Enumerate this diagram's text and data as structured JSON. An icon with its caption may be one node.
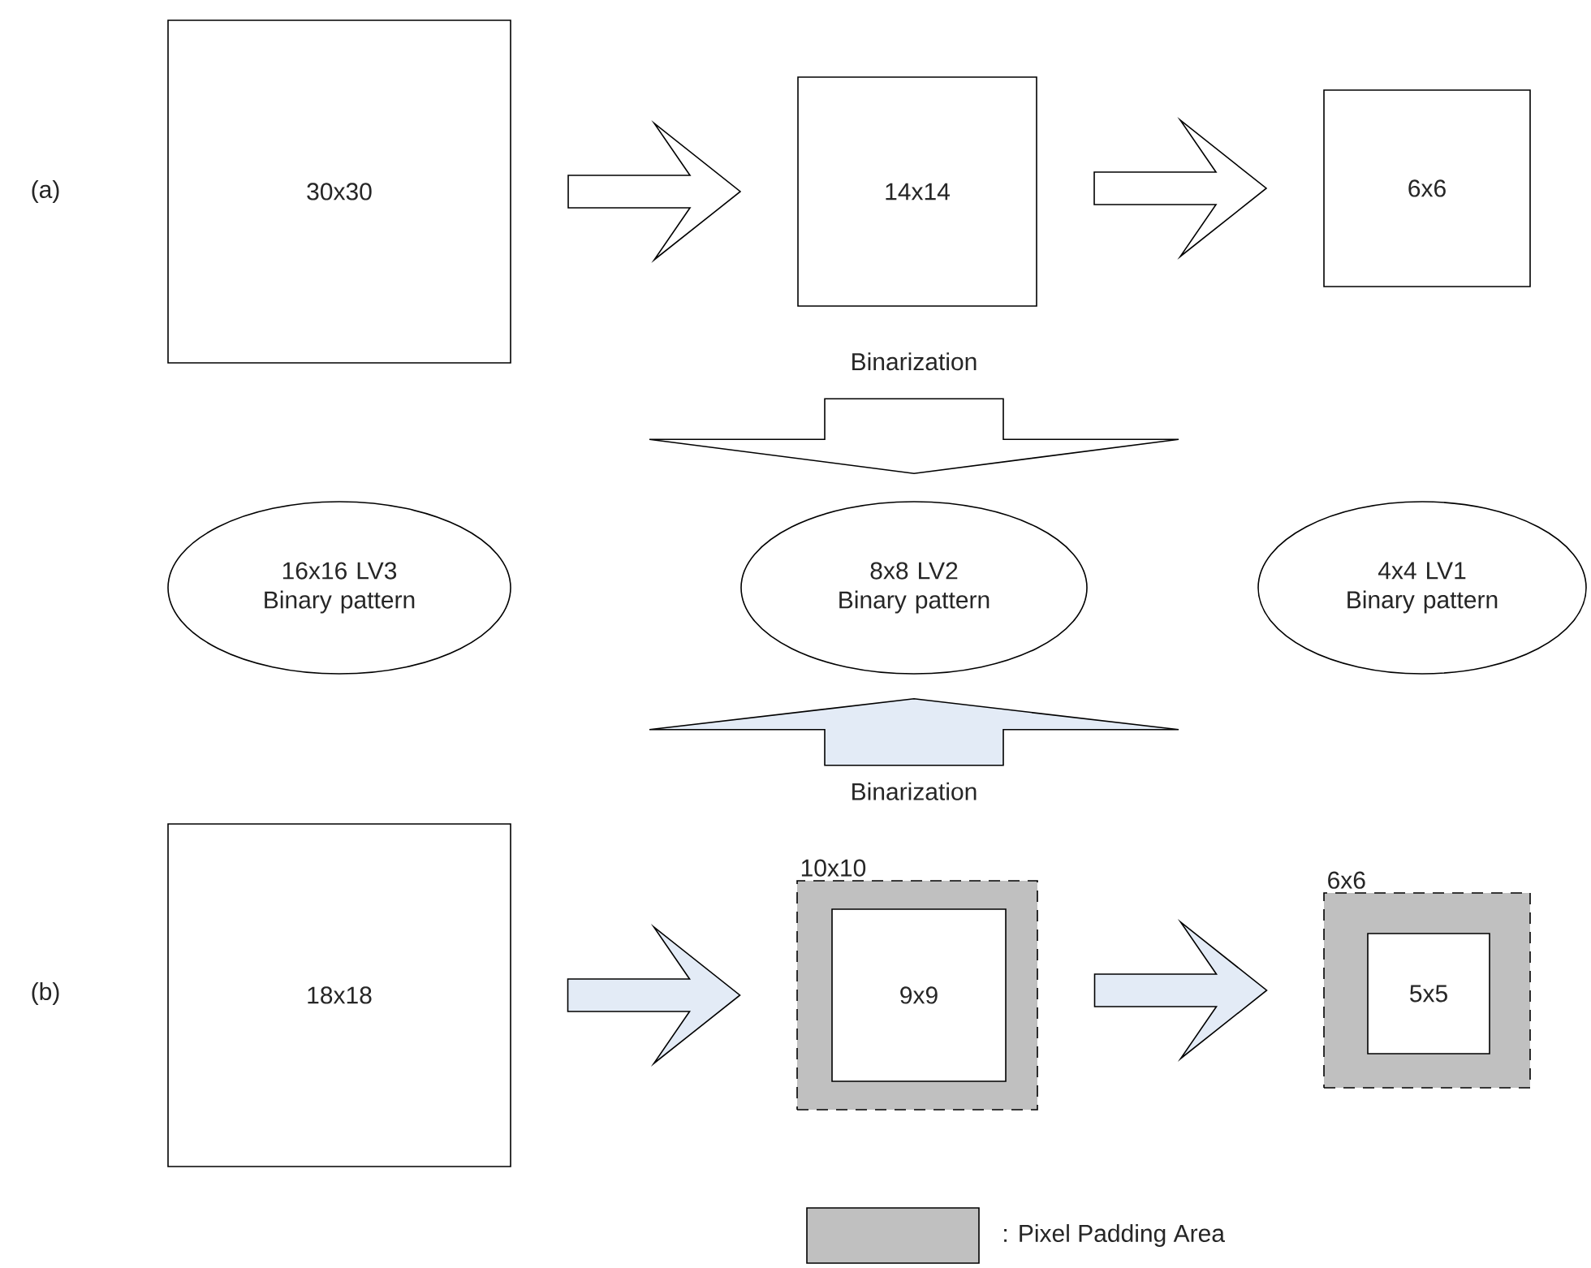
{
  "diagram": {
    "nodes": [
      {
        "text": [
          "30x30"
        ]
      },
      {
        "text": [
          "14x14"
        ]
      },
      {
        "text": [
          "6x6"
        ]
      },
      {
        "text": [
          "16x16 LV3 Binary pattern"
        ]
      },
      {
        "text": [
          "8x8 LV2 Binary pattern"
        ]
      },
      {
        "text": [
          "4x4 LV1 Binary pattern"
        ]
      },
      {
        "text": [
          "18x18"
        ]
      },
      {
        "text": [
          "10x10"
        ]
      },
      {
        "text": [
          "9x9"
        ],
        "in": 7
      },
      {
        "text": [
          "6x6"
        ]
      },
      {
        "text": [
          "5x5"
        ],
        "in": 9
      }
    ],
    "edges": [
      {
        "from": 0,
        "to": 1,
        "arrow": "to"
      },
      {
        "from": 1,
        "to": 2,
        "arrow": "to"
      },
      {
        "from": 1,
        "to": 4,
        "arrow": "to",
        "label": "Binarization"
      },
      {
        "from": 7,
        "to": 4,
        "arrow": "to",
        "label": "Binarization",
        "color": "#e3ebf6"
      },
      {
        "from": 6,
        "to": 7,
        "arrow": "to",
        "color": "#e3ebf6"
      },
      {
        "from": 7,
        "to": 9,
        "arrow": "to",
        "color": "#e3ebf6"
      }
    ],
    "labels": [
      "(a)",
      "(b)"
    ],
    "legend": [
      {
        "text": ": Pixel Padding Area",
        "color": "#c0c0c0"
      }
    ]
  }
}
